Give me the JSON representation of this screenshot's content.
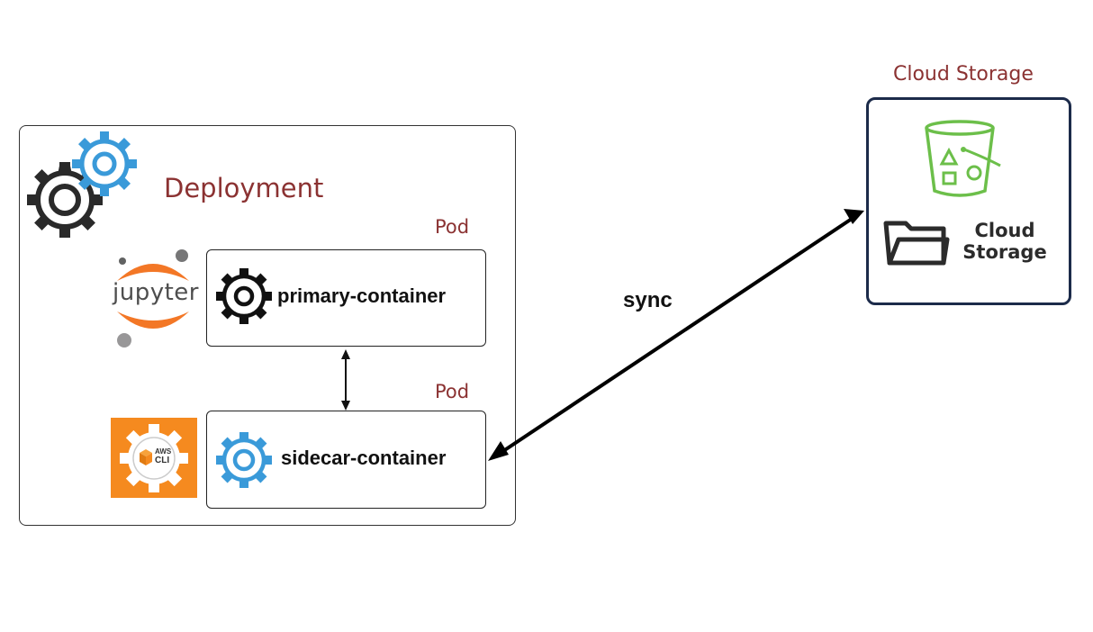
{
  "deployment": {
    "title": "Deployment",
    "icon": "gears-icon"
  },
  "pods": [
    {
      "label": "Pod",
      "container": "primary-container",
      "logo": "jupyter-logo",
      "logo_text": "jupyter"
    },
    {
      "label": "Pod",
      "container": "sidecar-container",
      "logo": "aws-cli-logo",
      "logo_text_top": "AWS",
      "logo_text_bottom": "CLI"
    }
  ],
  "connection": {
    "label": "sync"
  },
  "cloud_storage": {
    "title": "Cloud Storage",
    "label_line1": "Cloud",
    "label_line2": "Storage",
    "icons": [
      "bucket-icon",
      "folder-icon"
    ]
  },
  "colors": {
    "title_red": "#8b3232",
    "gear_blue": "#3a9ad9",
    "bucket_green": "#6cbf4a",
    "aws_orange": "#f58a1f",
    "jupyter_orange": "#f37726",
    "cloud_border": "#1c2b4a"
  }
}
